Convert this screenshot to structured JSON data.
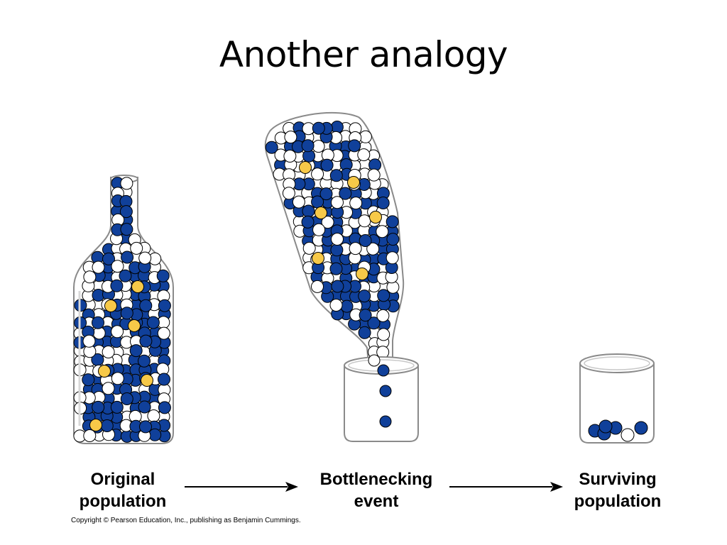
{
  "slide": {
    "title": "Another analogy"
  },
  "stages": [
    {
      "line1": "Original",
      "line2": "population"
    },
    {
      "line1": "Bottlenecking",
      "line2": "event"
    },
    {
      "line1": "Surviving",
      "line2": "population"
    }
  ],
  "copyright": "Copyright © Pearson Education, Inc., publishing as Benjamin Cummings.",
  "colors": {
    "blue_bead": "#10409a",
    "white_bead": "#ffffff",
    "yellow_bead": "#f7c948",
    "glass_outline": "#8a8a8a",
    "arrow": "#000000"
  },
  "surviving_beads": [
    "blue",
    "blue",
    "blue",
    "white",
    "blue",
    "blue"
  ]
}
